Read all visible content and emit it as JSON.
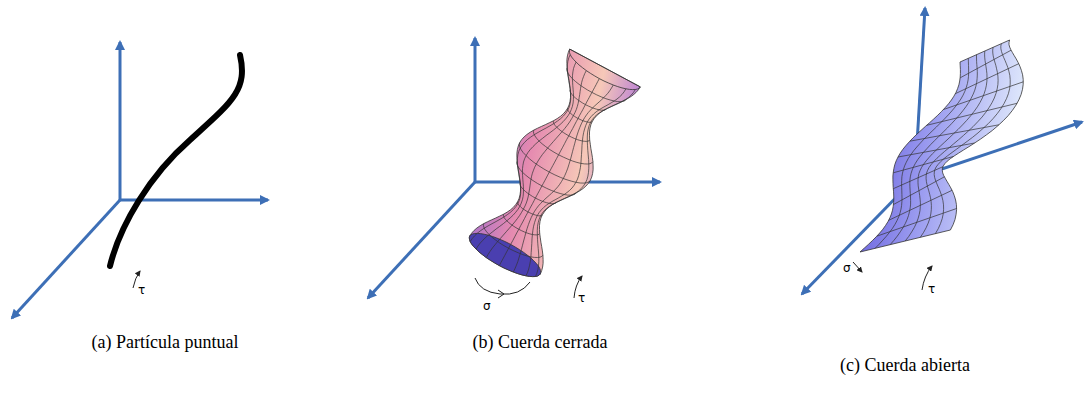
{
  "diagram": {
    "labels": [
      "τ",
      "(a) Partícula puntual",
      "σ",
      "τ",
      "(b) Cuerda cerrada",
      "σ",
      "τ",
      "(c) Cuerda abierta"
    ]
  }
}
